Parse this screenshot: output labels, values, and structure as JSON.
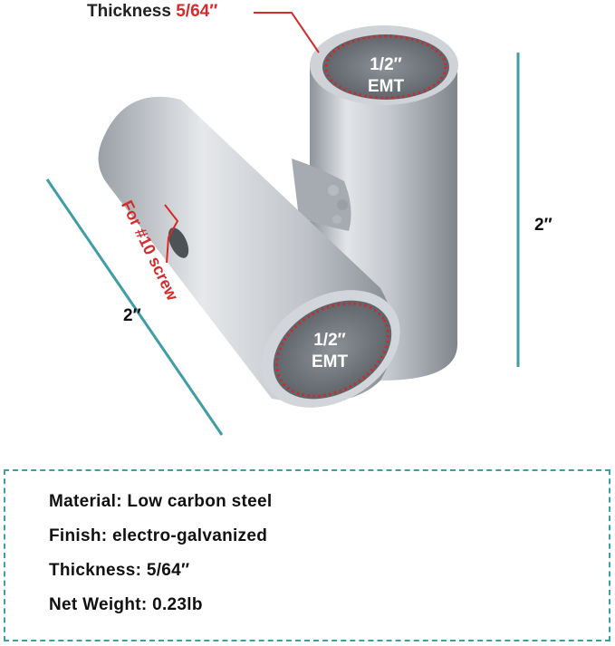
{
  "callouts": {
    "thickness_word": "Thickness",
    "thickness_value": "5/64″",
    "screw_label": "For #10 screw",
    "top_bore_size": "1/2″",
    "top_bore_type": "EMT",
    "bottom_bore_size": "1/2″",
    "bottom_bore_type": "EMT",
    "height_dimension": "2″",
    "length_dimension": "2″"
  },
  "specs": {
    "material": "Material: Low carbon steel",
    "finish": "Finish: electro-galvanized",
    "thickness": "Thickness: 5/64″",
    "weight": "Net Weight: 0.23lb"
  },
  "colors": {
    "accent_red": "#d42b2b",
    "dimension_teal": "#3f9da6",
    "steel": "#b8bcc2"
  }
}
